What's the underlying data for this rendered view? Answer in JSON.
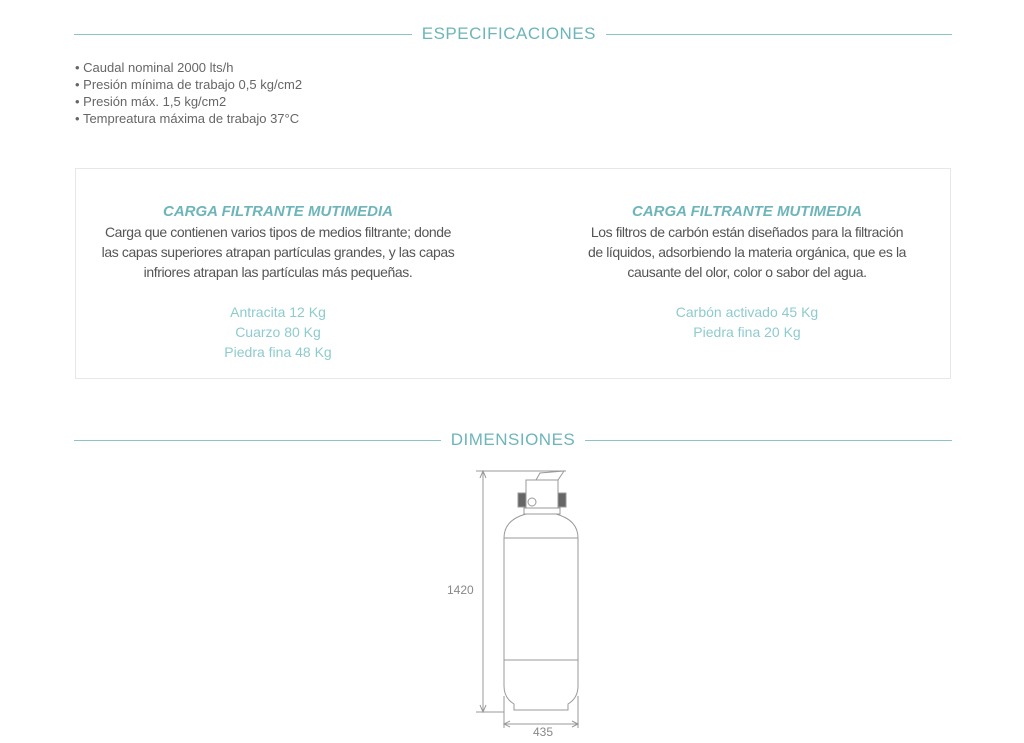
{
  "specs": {
    "title": "ESPECIFICACIONES",
    "items": [
      "Caudal nominal 2000 lts/h",
      "Presión mínima de trabajo 0,5 kg/cm2",
      "Presión máx. 1,5 kg/cm2",
      "Tempreatura máxima de trabajo 37°C"
    ]
  },
  "cards": [
    {
      "title": "CARGA FILTRANTE MUTIMEDIA",
      "lines": [
        "Carga que contienen varios tipos de medios filtrante; donde",
        "las capas superiores atrapan partículas grandes, y las capas",
        "infriores atrapan las partículas más pequeñas."
      ],
      "materials": [
        "Antracita 12 Kg",
        "Cuarzo 80 Kg",
        "Piedra fina 48 Kg"
      ]
    },
    {
      "title": "CARGA FILTRANTE MUTIMEDIA",
      "lines": [
        "Los filtros de carbón están diseñados para la filtración",
        "de líquidos, adsorbiendo la materia orgánica, que es la",
        "causante del olor, color o sabor del agua."
      ],
      "materials": [
        "Carbón activado 45 Kg",
        "Piedra fina 20 Kg"
      ]
    }
  ],
  "dimensions": {
    "title": "DIMENSIONES",
    "height": "1420",
    "width": "435"
  }
}
